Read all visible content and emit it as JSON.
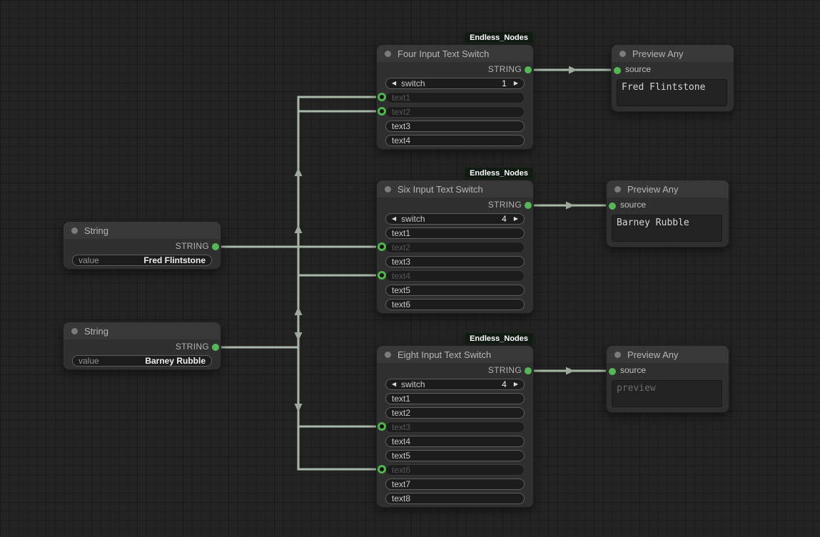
{
  "badge": {
    "label": "Endless_Nodes",
    "bg": "#121b12"
  },
  "colors": {
    "wire": "#a9b9a9",
    "port_green": "#55b755",
    "node_title_bg": "#383838",
    "node_body_bg": "#2f2f2f",
    "canvas_bg": "#232323"
  },
  "icons": {
    "arrow_left": "◀",
    "arrow_right": "▶"
  },
  "nodes": {
    "string1": {
      "title": "String",
      "output_label": "STRING",
      "widget": {
        "label": "value",
        "value": "Fred Flintstone"
      }
    },
    "string2": {
      "title": "String",
      "output_label": "STRING",
      "widget": {
        "label": "value",
        "value": "Barney Rubble"
      }
    },
    "four_switch": {
      "title": "Four Input Text Switch",
      "output_label": "STRING",
      "switch": {
        "label": "switch",
        "value": "1"
      },
      "widgets": [
        {
          "label": "text1",
          "connected": true
        },
        {
          "label": "text2",
          "connected": true
        },
        {
          "label": "text3",
          "connected": false
        },
        {
          "label": "text4",
          "connected": false
        }
      ]
    },
    "six_switch": {
      "title": "Six Input Text Switch",
      "output_label": "STRING",
      "switch": {
        "label": "switch",
        "value": "4"
      },
      "widgets": [
        {
          "label": "text1",
          "connected": false
        },
        {
          "label": "text2",
          "connected": true
        },
        {
          "label": "text3",
          "connected": false
        },
        {
          "label": "text4",
          "connected": true
        },
        {
          "label": "text5",
          "connected": false
        },
        {
          "label": "text6",
          "connected": false
        }
      ]
    },
    "eight_switch": {
      "title": "Eight Input Text Switch",
      "output_label": "STRING",
      "switch": {
        "label": "switch",
        "value": "4"
      },
      "widgets": [
        {
          "label": "text1",
          "connected": false
        },
        {
          "label": "text2",
          "connected": false
        },
        {
          "label": "text3",
          "connected": true
        },
        {
          "label": "text4",
          "connected": false
        },
        {
          "label": "text5",
          "connected": false
        },
        {
          "label": "text6",
          "connected": true
        },
        {
          "label": "text7",
          "connected": false
        },
        {
          "label": "text8",
          "connected": false
        }
      ]
    },
    "preview1": {
      "title": "Preview Any",
      "input_label": "source",
      "text": "Fred Flintstone"
    },
    "preview2": {
      "title": "Preview Any",
      "input_label": "source",
      "text": "Barney Rubble"
    },
    "preview3": {
      "title": "Preview Any",
      "input_label": "source",
      "text": "preview"
    }
  }
}
